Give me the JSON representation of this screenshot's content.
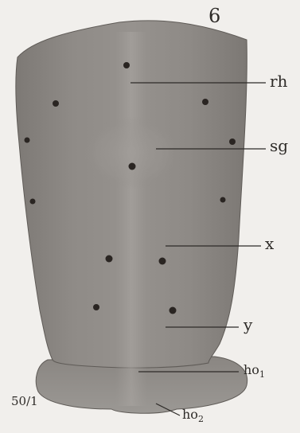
{
  "figure": {
    "number": "6",
    "scale": "50/1",
    "labels": {
      "rh": "rh",
      "sg": "sg",
      "x": "x",
      "y": "y",
      "ho1_base": "ho",
      "ho1_sub": "1",
      "ho2_base": "ho",
      "ho2_sub": "2"
    }
  },
  "colors": {
    "background": "#f1efec",
    "body_fill": "#8d8985",
    "body_dark": "#6f6b67",
    "dot": "#2a2522",
    "line": "#2e2b28"
  }
}
